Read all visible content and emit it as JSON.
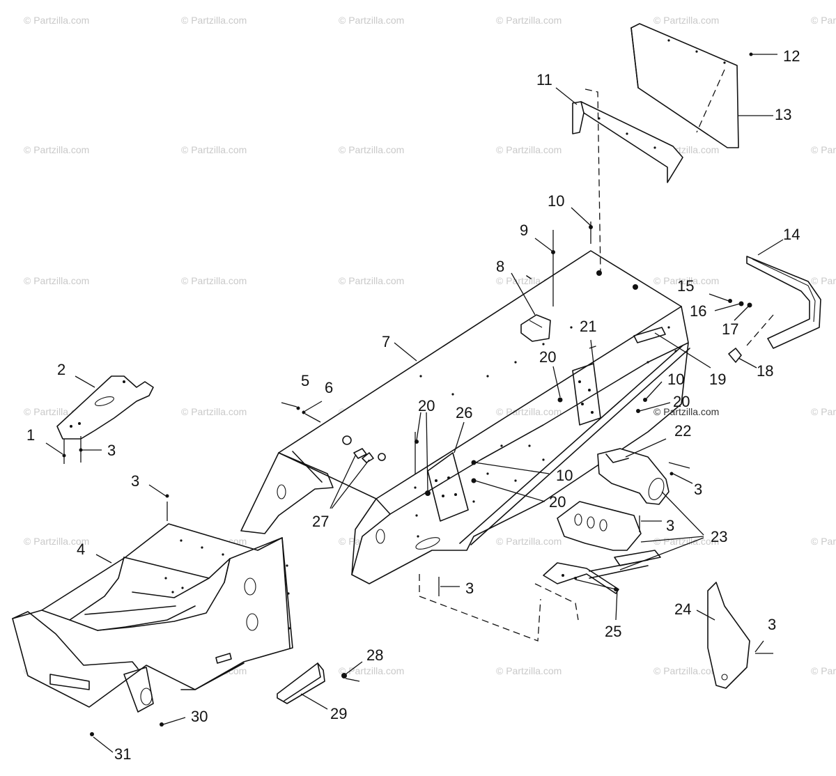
{
  "watermark": "© Partzilla.com",
  "credit": "© Partzilla.com",
  "callouts": [
    {
      "id": "c1",
      "text": "1"
    },
    {
      "id": "c2",
      "text": "2"
    },
    {
      "id": "c3a",
      "text": "3"
    },
    {
      "id": "c3b",
      "text": "3"
    },
    {
      "id": "c3c",
      "text": "3"
    },
    {
      "id": "c3d",
      "text": "3"
    },
    {
      "id": "c3e",
      "text": "3"
    },
    {
      "id": "c3f",
      "text": "3"
    },
    {
      "id": "c4",
      "text": "4"
    },
    {
      "id": "c5",
      "text": "5"
    },
    {
      "id": "c6",
      "text": "6"
    },
    {
      "id": "c7",
      "text": "7"
    },
    {
      "id": "c8",
      "text": "8"
    },
    {
      "id": "c9",
      "text": "9"
    },
    {
      "id": "c10a",
      "text": "10"
    },
    {
      "id": "c10b",
      "text": "10"
    },
    {
      "id": "c10c",
      "text": "10"
    },
    {
      "id": "c11",
      "text": "11"
    },
    {
      "id": "c12",
      "text": "12"
    },
    {
      "id": "c13",
      "text": "13"
    },
    {
      "id": "c14",
      "text": "14"
    },
    {
      "id": "c15",
      "text": "15"
    },
    {
      "id": "c16",
      "text": "16"
    },
    {
      "id": "c17",
      "text": "17"
    },
    {
      "id": "c18",
      "text": "18"
    },
    {
      "id": "c19",
      "text": "19"
    },
    {
      "id": "c20a",
      "text": "20"
    },
    {
      "id": "c20b",
      "text": "20"
    },
    {
      "id": "c20c",
      "text": "20"
    },
    {
      "id": "c20d",
      "text": "20"
    },
    {
      "id": "c21",
      "text": "21"
    },
    {
      "id": "c22",
      "text": "22"
    },
    {
      "id": "c23",
      "text": "23"
    },
    {
      "id": "c24",
      "text": "24"
    },
    {
      "id": "c25",
      "text": "25"
    },
    {
      "id": "c26",
      "text": "26"
    },
    {
      "id": "c27",
      "text": "27"
    },
    {
      "id": "c28",
      "text": "28"
    },
    {
      "id": "c29",
      "text": "29"
    },
    {
      "id": "c30",
      "text": "30"
    },
    {
      "id": "c31",
      "text": "31"
    }
  ]
}
